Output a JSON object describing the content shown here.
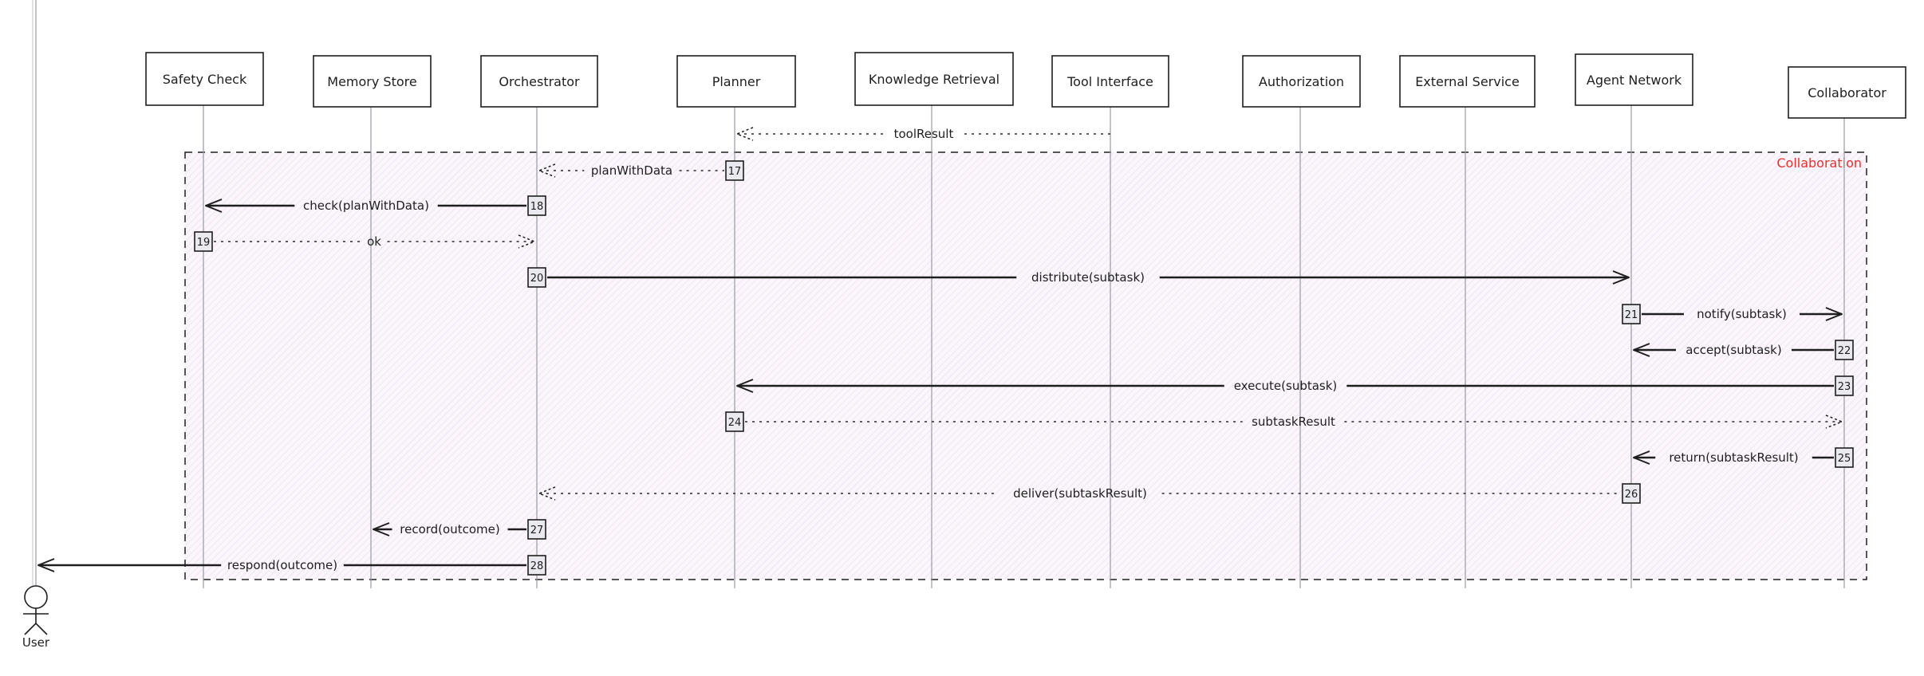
{
  "participants": [
    {
      "id": "safety",
      "label": "Safety Check"
    },
    {
      "id": "memory",
      "label": "Memory Store"
    },
    {
      "id": "orch",
      "label": "Orchestrator"
    },
    {
      "id": "planner",
      "label": "Planner"
    },
    {
      "id": "knowledge",
      "label": "Knowledge Retrieval"
    },
    {
      "id": "tool",
      "label": "Tool Interface"
    },
    {
      "id": "auth",
      "label": "Authorization"
    },
    {
      "id": "external",
      "label": "External Service"
    },
    {
      "id": "agentnet",
      "label": "Agent Network"
    },
    {
      "id": "collab",
      "label": "Collaborator"
    }
  ],
  "actor": {
    "id": "user",
    "label": "User"
  },
  "frame": {
    "title": "Collaboration"
  },
  "messages": [
    {
      "from": "tool",
      "to": "planner",
      "label": "toolResult",
      "style": "dashed",
      "num": ""
    },
    {
      "from": "planner",
      "to": "orch",
      "label": "planWithData",
      "style": "dashed",
      "num": "17"
    },
    {
      "from": "orch",
      "to": "safety",
      "label": "check(planWithData)",
      "style": "solid",
      "num": "18"
    },
    {
      "from": "safety",
      "to": "orch",
      "label": "ok",
      "style": "dashed",
      "num": "19"
    },
    {
      "from": "orch",
      "to": "agentnet",
      "label": "distribute(subtask)",
      "style": "solid",
      "num": "20"
    },
    {
      "from": "agentnet",
      "to": "collab",
      "label": "notify(subtask)",
      "style": "solid",
      "num": "21"
    },
    {
      "from": "collab",
      "to": "agentnet",
      "label": "accept(subtask)",
      "style": "solid",
      "num": "22"
    },
    {
      "from": "collab",
      "to": "planner",
      "label": "execute(subtask)",
      "style": "solid",
      "num": "23"
    },
    {
      "from": "planner",
      "to": "collab",
      "label": "subtaskResult",
      "style": "dashed",
      "num": "24"
    },
    {
      "from": "collab",
      "to": "agentnet",
      "label": "return(subtaskResult)",
      "style": "solid",
      "num": "25"
    },
    {
      "from": "agentnet",
      "to": "orch",
      "label": "deliver(subtaskResult)",
      "style": "dashed",
      "num": "26"
    },
    {
      "from": "orch",
      "to": "memory",
      "label": "record(outcome)",
      "style": "solid",
      "num": "27"
    },
    {
      "from": "orch",
      "to": "user",
      "label": "respond(outcome)",
      "style": "solid",
      "num": "28"
    }
  ]
}
